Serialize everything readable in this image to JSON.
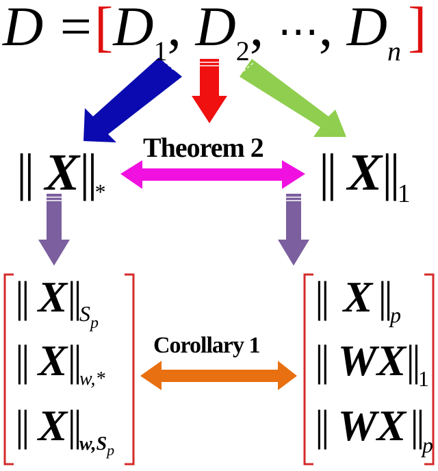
{
  "top_equation": {
    "lhs": "D",
    "equals": "=",
    "open_bracket": "[",
    "items": [
      {
        "base": "D",
        "sub": "1"
      },
      {
        "base": "D",
        "sub": "2"
      },
      {
        "base": "⋯",
        "sub": ""
      },
      {
        "base": "D",
        "sub": "n"
      }
    ],
    "separator": ",",
    "close_bracket": "]",
    "bracket_color": "#e01010"
  },
  "arrows": {
    "left": {
      "color": "#0a0ab0",
      "direction": "down-left"
    },
    "center": {
      "color": "#f01010",
      "direction": "down"
    },
    "right": {
      "color": "#8fce4e",
      "direction": "down-right"
    },
    "theorem": {
      "color": "#f010e0",
      "direction": "bidirectional"
    },
    "left_down": {
      "color": "#7b5f9e",
      "direction": "down"
    },
    "right_down": {
      "color": "#7b5f9e",
      "direction": "down"
    },
    "corollary": {
      "color": "#e87010",
      "direction": "bidirectional"
    }
  },
  "middle": {
    "left_norm": {
      "open": "||",
      "var": "X",
      "close": "||",
      "sub": "*"
    },
    "right_norm": {
      "open": "||",
      "var": "X",
      "close": "||",
      "sub": "1"
    },
    "theorem_label": "Theorem 2"
  },
  "bottom": {
    "left_group": [
      {
        "open": "||",
        "var": "X",
        "close": "||",
        "sub": "S",
        "subsub": "p"
      },
      {
        "open": "||",
        "var": "X",
        "close": "||",
        "sub": "w,*",
        "subsub": ""
      },
      {
        "open": "||",
        "var": "X",
        "close": "||",
        "sub": "w,S",
        "subsub": "p"
      }
    ],
    "right_group": [
      {
        "open": "||",
        "var": "X",
        "close": "||",
        "sub": "p",
        "subsub": ""
      },
      {
        "open": "||",
        "var": "WX",
        "close": "||",
        "sub": "1",
        "subsub": ""
      },
      {
        "open": "||",
        "var": "WX",
        "close": "||",
        "sub": "p",
        "subsub": ""
      }
    ],
    "corollary_label": "Corollary 1",
    "bracket_color": "#d42a2a"
  }
}
